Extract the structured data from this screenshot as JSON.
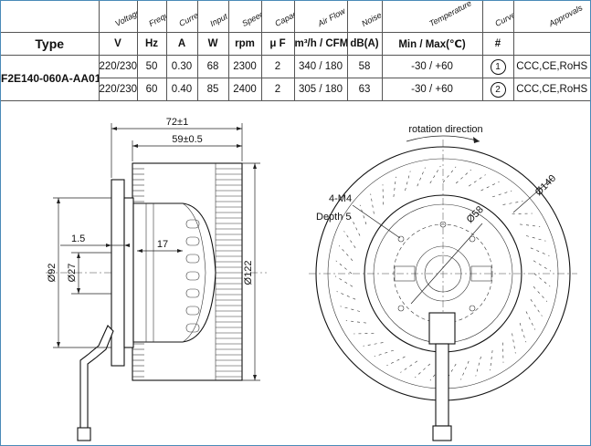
{
  "spec_table": {
    "header_rotated": [
      "Voltage",
      "Frequency",
      "Current",
      "Input Power",
      "Speed",
      "Capacitor",
      "Air Flow",
      "Noise",
      "Temperature",
      "Curve No.",
      "Approvals"
    ],
    "units": {
      "type": "Type",
      "voltage": "V",
      "frequency": "Hz",
      "current": "A",
      "power": "W",
      "speed": "rpm",
      "capacitor": "μ F",
      "airflow": "m³/h / CFM",
      "noise": "dB(A)",
      "temperature": "Min / Max(℃)",
      "curve": "#",
      "approvals": ""
    },
    "model": "F2E140-060A-AA01",
    "rows": [
      {
        "voltage": "220/230",
        "frequency": "50",
        "current": "0.30",
        "power": "68",
        "speed": "2300",
        "capacitor": "2",
        "airflow": "340 / 180",
        "noise": "58",
        "temperature": "-30 / +60",
        "curve": "1",
        "approvals": "CCC,CE,RoHS"
      },
      {
        "voltage": "220/230",
        "frequency": "60",
        "current": "0.40",
        "power": "85",
        "speed": "2400",
        "capacitor": "2",
        "airflow": "305 / 180",
        "noise": "63",
        "temperature": "-30 / +60",
        "curve": "2",
        "approvals": "CCC,CE,RoHS"
      }
    ]
  },
  "side_view": {
    "dim_overall": "72±1",
    "dim_impeller": "59±0.5",
    "dim_flange": "1.5",
    "dim_hub": "17",
    "dia_92": "Ø92",
    "dia_27": "Ø27",
    "dia_122": "Ø122"
  },
  "front_view": {
    "rotation_label": "rotation direction",
    "holes_label": "4-M4",
    "depth_label": "Depth 5",
    "dia_140": "Ø140",
    "dia_58": "Ø58"
  }
}
